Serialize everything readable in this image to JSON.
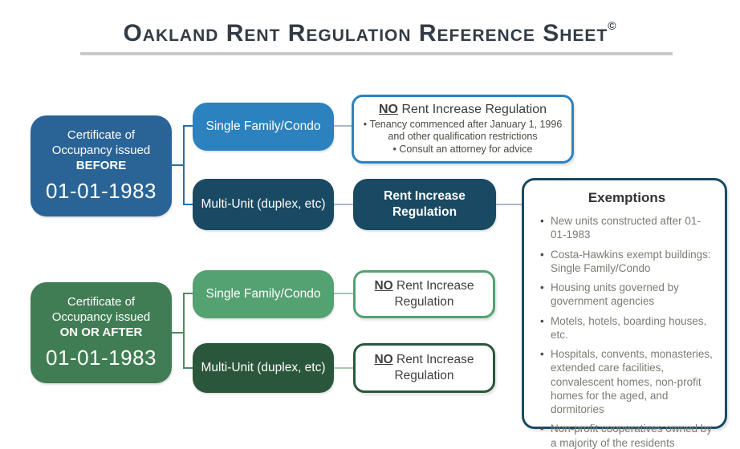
{
  "title": {
    "text": "Oakland Rent Regulation Reference Sheet",
    "copyright": "©"
  },
  "colors": {
    "blue_root": "#2a6496",
    "blue_mid": "#2b82be",
    "navy": "#1a4a63",
    "green_root": "#417d54",
    "green_mid": "#54a172",
    "green_dark": "#2a573b",
    "divider_gray": "#c9c9c9"
  },
  "top_flow": {
    "root": {
      "line1": "Certificate of",
      "line2": "Occupancy issued",
      "emphasis": "BEFORE",
      "date": "01-01-1983"
    },
    "single_family_label": "Single Family/Condo",
    "single_family_outcome": {
      "no": "NO",
      "title_rest": " Rent Increase Regulation",
      "bullets": [
        "Tenancy commenced after January 1, 1996 and other qualification restrictions",
        "Consult an attorney for advice"
      ]
    },
    "multi_unit_label": "Multi-Unit (duplex, etc)",
    "regulated_outcome": {
      "line1": "Rent Increase",
      "line2": "Regulation"
    },
    "exemptions": {
      "title": "Exemptions",
      "bullets": [
        "New units constructed after 01-01-1983",
        "Costa-Hawkins exempt buildings: Single Family/Condo",
        "Housing units governed by government agencies",
        "Motels, hotels, boarding houses, etc.",
        "Hospitals, convents, monasteries, extended care facilities, convalescent homes, non-profit homes for the aged, and dormitories",
        "Non-profit cooperatives owned by a majority of the residents"
      ]
    }
  },
  "bottom_flow": {
    "root": {
      "line1": "Certificate of",
      "line2": "Occupancy issued",
      "emphasis": "ON OR AFTER",
      "date": "01-01-1983"
    },
    "single_family_label": "Single Family/Condo",
    "single_family_outcome": {
      "no": "NO",
      "rest": " Rent Increase",
      "line2": "Regulation"
    },
    "multi_unit_label": "Multi-Unit (duplex, etc)",
    "multi_unit_outcome": {
      "no": "NO",
      "rest": " Rent Increase",
      "line2": "Regulation"
    }
  }
}
